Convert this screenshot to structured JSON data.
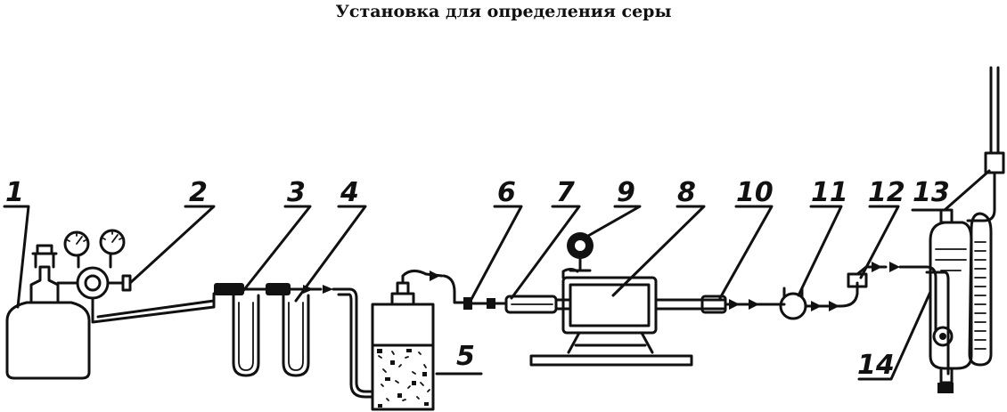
{
  "title": "Установка для определения серы",
  "labels": {
    "n1": "1",
    "n2": "2",
    "n3": "3",
    "n4": "4",
    "n5": "5",
    "n6": "6",
    "n7": "7",
    "n8": "8",
    "n9": "9",
    "n10": "10",
    "n11": "11",
    "n12": "12",
    "n13": "13",
    "n14": "14"
  }
}
